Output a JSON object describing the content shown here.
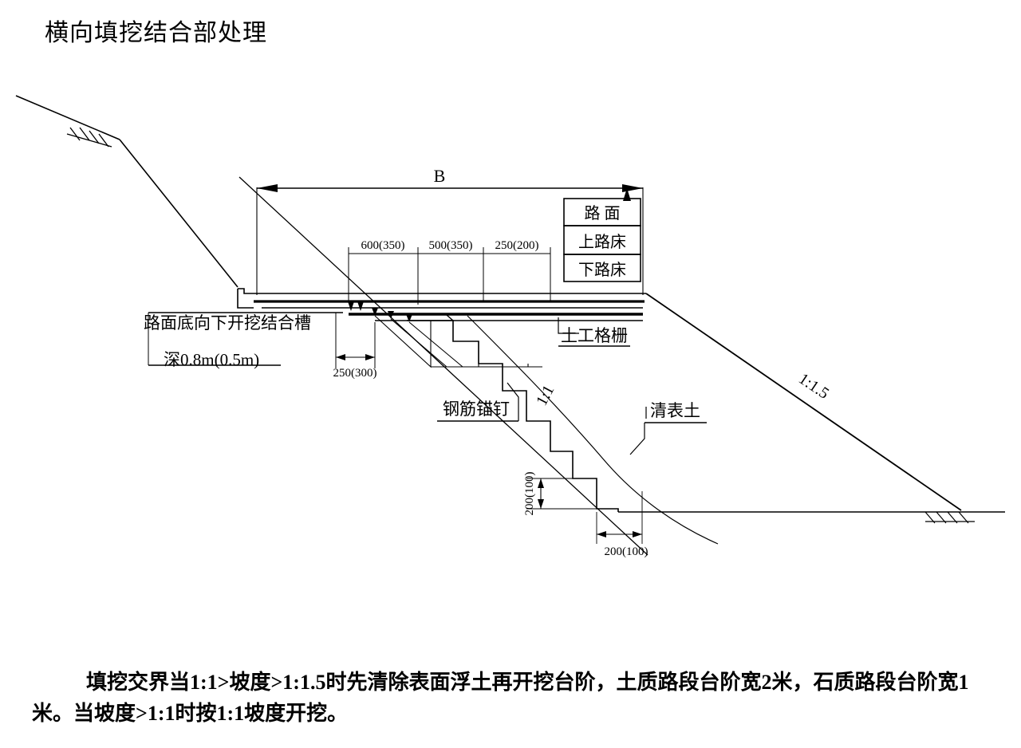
{
  "page": {
    "title": "横向填挖结合部处理",
    "caption": "填挖交界当1:1>坡度>1:1.5时先清除表面浮土再开挖台阶，土质路段台阶宽2米，石质路段台阶宽1米。当坡度>1:1时按1:1坡度开挖。"
  },
  "diagram": {
    "type": "engineering-cross-section",
    "labels": {
      "width_b": "B",
      "layer_pavement": "路 面",
      "layer_upper_subgrade": "上路床",
      "layer_lower_subgrade": "下路床",
      "dim_600": "600(350)",
      "dim_500": "500(350)",
      "dim_250": "250(200)",
      "dim_250_300": "250(300)",
      "dim_200_100_v": "200(100)",
      "dim_200_100_h": "200(100)",
      "note_trench": "路面底向下开挖结合槽",
      "note_depth": "深0.8m(0.5m)",
      "geogrid": "土工格栅",
      "rebar_anchor": "钢筋锚钉",
      "topsoil_removal": "清表土",
      "slope_1_1": "1:1",
      "slope_1_1_5": "1:1.5"
    }
  }
}
